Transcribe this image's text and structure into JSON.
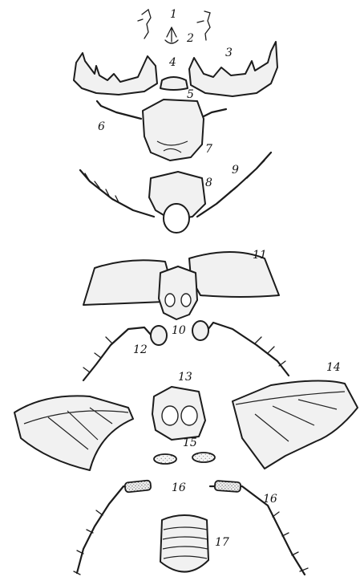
{
  "figure": {
    "labels": [
      "1",
      "2",
      "3",
      "4",
      "5",
      "6",
      "7",
      "8",
      "9",
      "10",
      "11",
      "12",
      "13",
      "14",
      "15",
      "16",
      "16",
      "17"
    ]
  }
}
